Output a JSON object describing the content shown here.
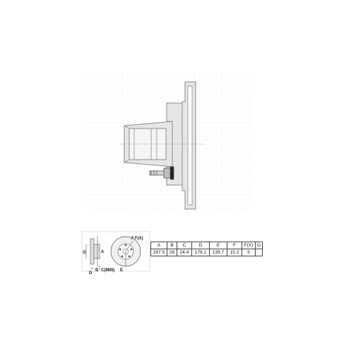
{
  "key_labels": {
    "a": "A",
    "b": "B",
    "c": "C",
    "c_min": "C(MIN)",
    "d": "D",
    "e": "E",
    "f": "F",
    "fx": "F(X)",
    "g": "G"
  },
  "spec_table": {
    "headers": [
      "A",
      "B",
      "C",
      "D",
      "E",
      "F",
      "F(X)",
      "G"
    ],
    "values": [
      "297.5",
      "26",
      "24.4",
      "176.1",
      "139.7",
      "15.3",
      "5",
      ""
    ]
  },
  "colors": {
    "grid": "#e4e4e4",
    "part_fill": "#e6e6e6",
    "outline": "#8a8a8a",
    "ink": "#222222"
  }
}
